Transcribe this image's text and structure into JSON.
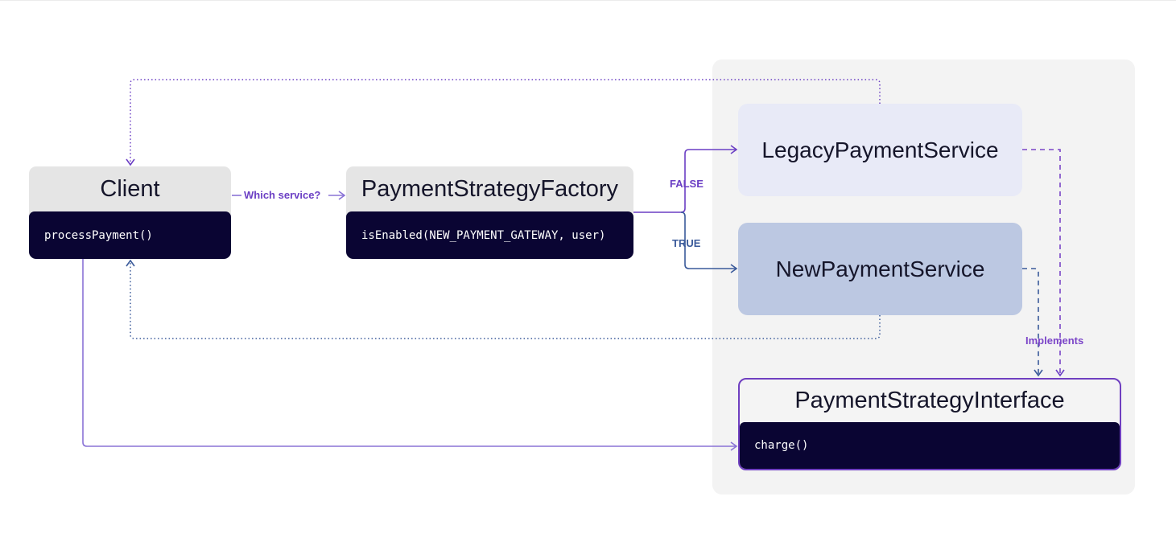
{
  "nodes": {
    "client": {
      "title": "Client",
      "method": "processPayment()"
    },
    "factory": {
      "title": "PaymentStrategyFactory",
      "method": "isEnabled(NEW_PAYMENT_GATEWAY, user)"
    },
    "legacy": {
      "title": "LegacyPaymentService"
    },
    "new_service": {
      "title": "NewPaymentService"
    },
    "interface": {
      "title": "PaymentStrategyInterface",
      "method": "charge()"
    }
  },
  "edges": {
    "which_service": "Which service?",
    "false_branch": "FALSE",
    "true_branch": "TRUE",
    "implements": "Implements"
  },
  "colors": {
    "purple": "#6b3fc4",
    "blue": "#3a5a9a",
    "code_bg": "#0a0533",
    "group_bg": "#f3f3f3",
    "legacy_bg": "#e8eaf7",
    "new_bg": "#bcc8e2"
  }
}
